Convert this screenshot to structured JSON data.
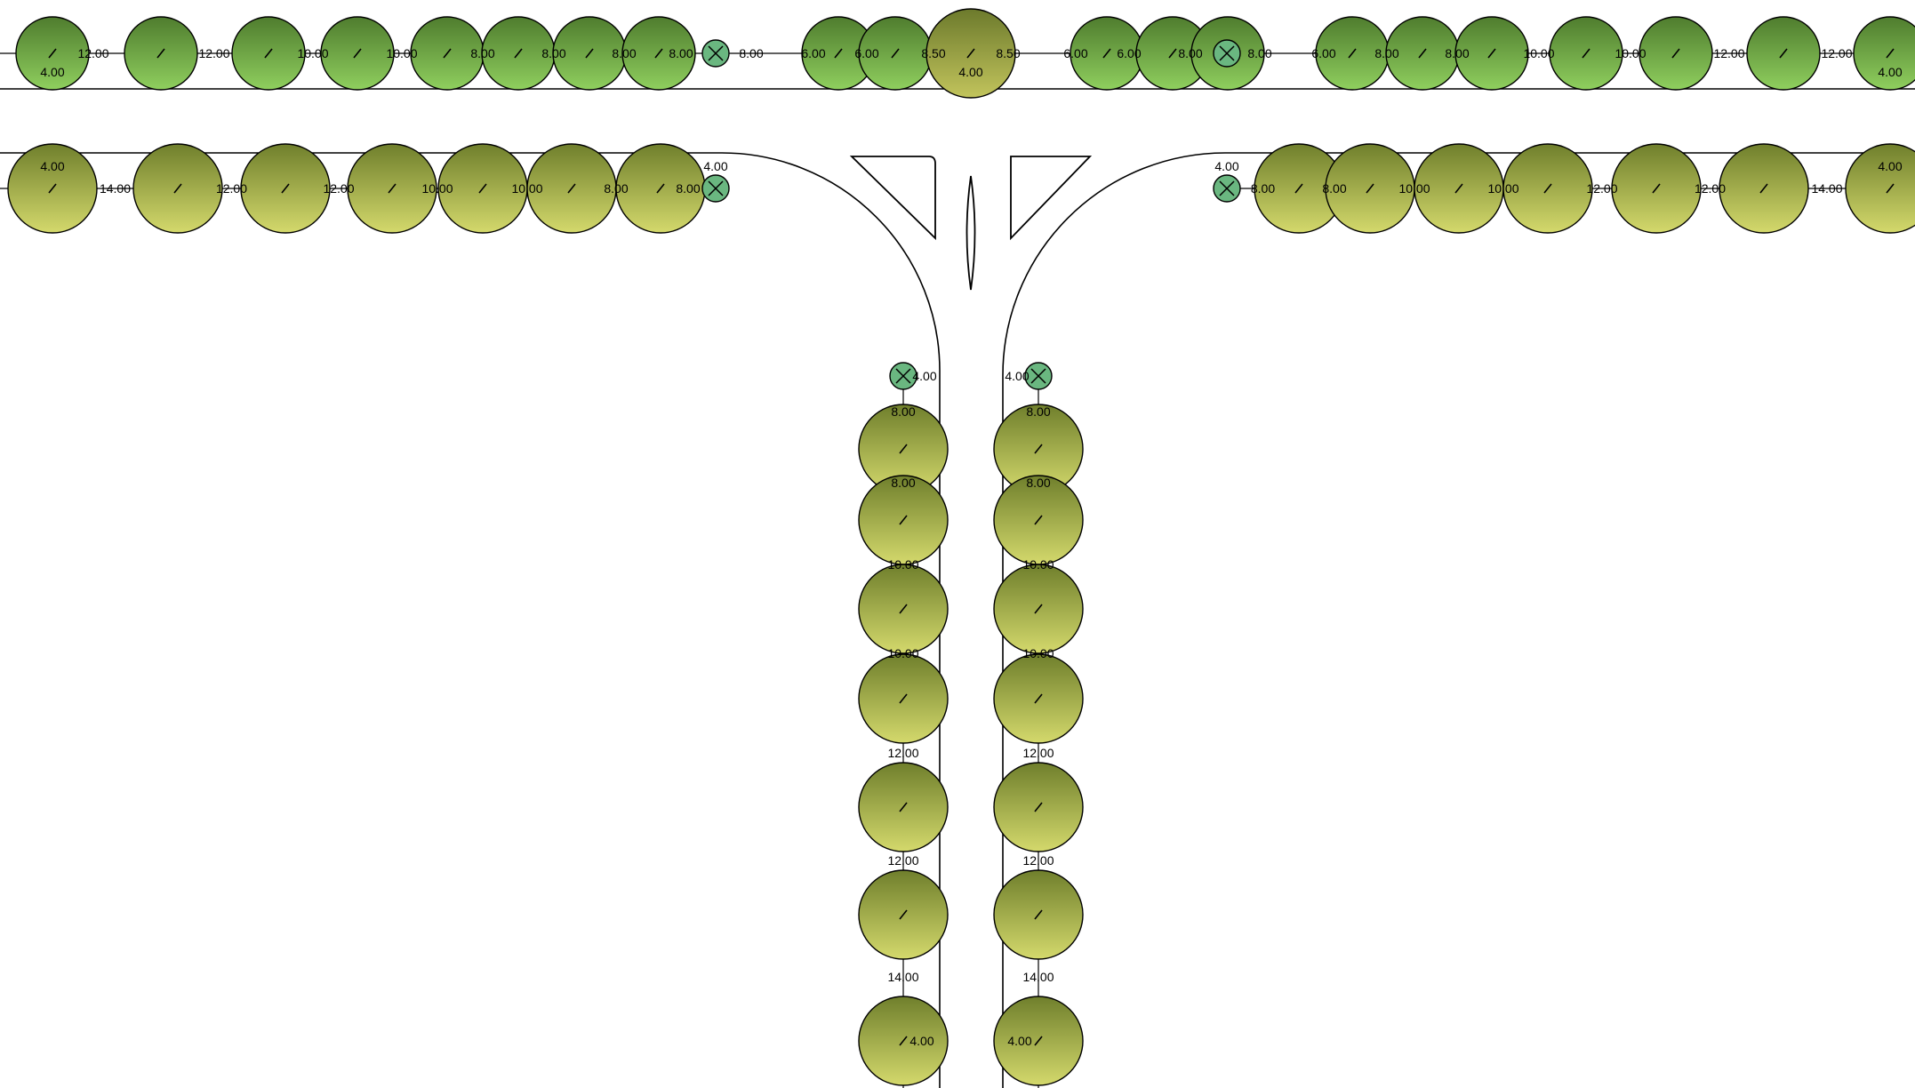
{
  "plan": {
    "top_row": {
      "lead_label": "4.00",
      "center_label": "4.00",
      "end_label": "4.00",
      "spacing_labels": [
        "12.00",
        "12.00",
        "10.00",
        "10.00",
        "8.00",
        "8.00",
        "8.00",
        "8.00",
        "8.00",
        "6.00",
        "6.00",
        "8.50",
        "8.50",
        "6.00",
        "6.00",
        "8.00",
        "8.00",
        "6.00",
        "8.00",
        "8.00",
        "10.00",
        "10.00",
        "12.00",
        "12.00"
      ]
    },
    "second_row_left": {
      "lead_label": "4.00",
      "end_label": "4.00",
      "spacing_labels": [
        "14.00",
        "12.00",
        "12.00",
        "10.00",
        "10.00",
        "8.00",
        "8.00"
      ]
    },
    "second_row_right": {
      "lead_label": "4.00",
      "end_label": "4.00",
      "spacing_labels": [
        "8.00",
        "8.00",
        "10.00",
        "10.00",
        "12.00",
        "12.00",
        "14.00"
      ]
    },
    "column_left": {
      "top_label": "4.00",
      "bottom_label": "4.00",
      "spacing_labels": [
        "8.00",
        "8.00",
        "10.00",
        "10.00",
        "12.00",
        "12.00",
        "14.00"
      ]
    },
    "column_right": {
      "top_label": "4.00",
      "bottom_label": "4.00",
      "spacing_labels": [
        "8.00",
        "8.00",
        "10.00",
        "10.00",
        "12.00",
        "12.00",
        "14.00"
      ]
    },
    "colors": {
      "tree_dark": "#4f7c2e",
      "tree_light": "#8fcf5e",
      "shrub_dark": "#6f7f2c",
      "shrub_light": "#d4d96c",
      "accent_tree": "#6ab780",
      "line": "#000000"
    }
  }
}
